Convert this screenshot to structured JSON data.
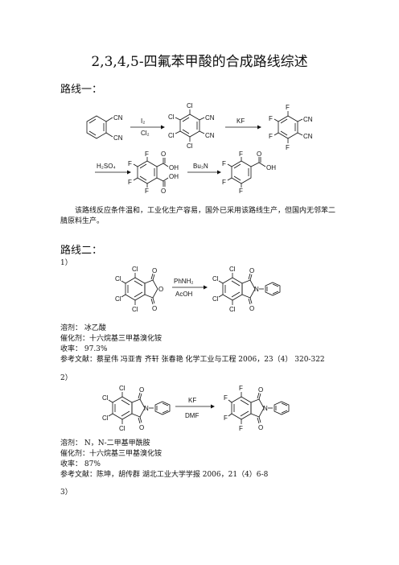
{
  "title": "2,3,4,5-四氟苯甲酸的合成路线综述",
  "route1": {
    "heading": "路线一：",
    "reagents": {
      "step1_top": "I₂",
      "step1_bottom": "Cl₂",
      "step2": "KF",
      "step3": "H₂SO₄",
      "step4": "Bu₃N"
    },
    "paragraph": "该路线反应条件温和，工业化生产容易，国外已采用该路线生产，但国内无邻苯二腈原料生产。"
  },
  "route2": {
    "heading": "路线二：",
    "step1": {
      "number": "1）",
      "reagent_top": "PhNH₂",
      "reagent_bottom": "AcOH",
      "solvent": "溶剂：   冰乙酸",
      "catalyst": "催化剂：十六烷基三甲基溴化铵",
      "yield": "收率：   97.3%",
      "reference": "参考文献：蔡星伟 冯亚青 齐轩 张春艳 化学工业与工程 2006，23（4） 320-322"
    },
    "step2": {
      "number": "2）",
      "reagent_top": "KF",
      "reagent_bottom": "DMF",
      "solvent": "溶剂：   N，N-二甲基甲酰胺",
      "catalyst": "催化剂：十六烷基三甲基溴化铵",
      "yield": "收率：   87%",
      "reference": "参考文献：陈坤，胡传群 湖北工业大学学报 2006，21（4）6-8"
    },
    "step3": {
      "number": "3）"
    }
  },
  "atoms": {
    "Cl": "Cl",
    "F": "F",
    "CN": "CN",
    "O": "O",
    "OH": "OH",
    "N": "N"
  }
}
